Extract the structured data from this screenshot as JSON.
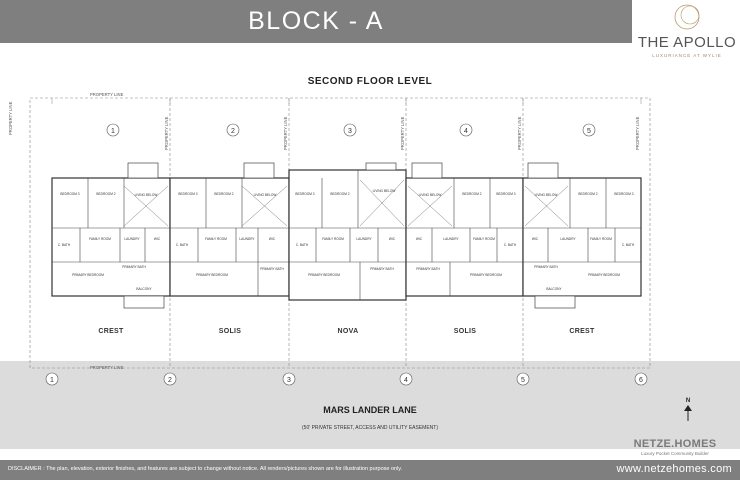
{
  "header": {
    "title": "BLOCK - A"
  },
  "logo": {
    "name": "THE APOLLO",
    "subtitle": "LUXURIANCE AT WYLIE"
  },
  "floor_title": "SECOND FLOOR LEVEL",
  "property_line": "PROPERTY LINE",
  "lot_numbers": [
    "1",
    "2",
    "3",
    "4",
    "5"
  ],
  "gridline_numbers": [
    "1",
    "2",
    "3",
    "4",
    "5",
    "6"
  ],
  "units": [
    {
      "name": "CREST"
    },
    {
      "name": "SOLIS"
    },
    {
      "name": "NOVA"
    },
    {
      "name": "SOLIS"
    },
    {
      "name": "CREST"
    }
  ],
  "room_labels": {
    "bedroom2": "BEDROOM 2",
    "bedroom3": "BEDROOM 3",
    "family_room": "FAMILY ROOM",
    "primary_bedroom": "PRIMARY BEDROOM",
    "primary_bath": "PRIMARY BATH",
    "wic": "WIC",
    "laundry": "LAUNDRY",
    "bath": "C. BATH",
    "living_below": "LIVING BELOW",
    "balcony": "BALCONY"
  },
  "street": {
    "name": "MARS LANDER LANE",
    "description": "(50' PRIVATE STREET, ACCESS AND UTILITY EASEMENT)"
  },
  "north": {
    "label": "N"
  },
  "brand": {
    "name": "NETZE.HOMES",
    "subtitle": "Luxury Pocket Community Builder"
  },
  "footer": {
    "disclaimer": "DISCLAIMER : The plan, elevation, exterior finishes, and features are subject to change without notice. All renders/pictures shown are for illustration purpose only.",
    "website": "www.netzehomes.com"
  },
  "colors": {
    "header_bg": "#7f7f7f",
    "street_bg": "#dcdcdc",
    "plan_line": "#333333"
  }
}
